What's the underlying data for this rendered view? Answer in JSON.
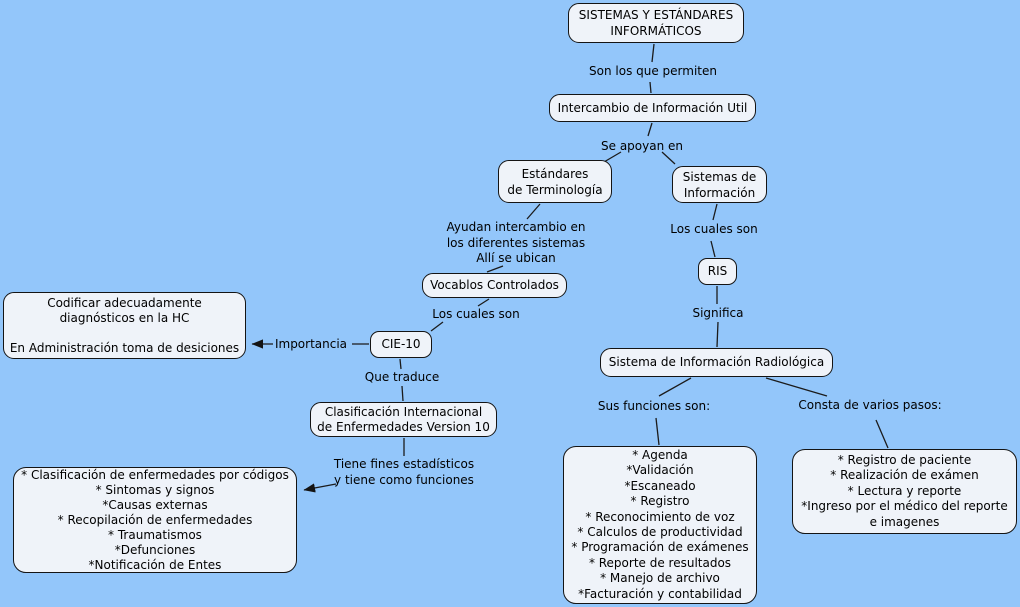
{
  "canvas": {
    "background_color": "#93C6FA",
    "node_fill_color": "#EFF3F9",
    "node_border_color": "#141414",
    "line_color": "#1B1B1B",
    "text_color": "#000000"
  },
  "nodes": {
    "title": {
      "text": "SISTEMAS Y ESTÁNDARES\nINFORMÁTICOS"
    },
    "intercambio": {
      "text": "Intercambio de Información Util"
    },
    "estandares": {
      "text": "Estándares\nde Terminología"
    },
    "sistemas": {
      "text": "Sistemas de\nInformación"
    },
    "ris": {
      "text": "RIS"
    },
    "sir": {
      "text": "Sistema de Información Radiológica"
    },
    "vocablos": {
      "text": "Vocablos Controlados"
    },
    "cie10": {
      "text": "CIE-10"
    },
    "codificar": {
      "text": "Codificar adecuadamente\ndiagnósticos en la HC\n\nEn Administración toma de desiciones"
    },
    "clasificacion": {
      "text": "Clasificación Internacional\nde Enfermedades Version 10"
    },
    "enfermedades": {
      "text": "* Clasificación de enfermedades por códigos\n* Sintomas y signos\n*Causas externas\n* Recopilación de enfermedades\n* Traumatismos\n*Defunciones\n*Notificación de Entes"
    },
    "funciones": {
      "text": "* Agenda\n*Validación\n*Escaneado\n* Registro\n* Reconocimiento de voz\n* Calculos de productividad\n* Programación de exámenes\n* Reporte de resultados\n* Manejo de archivo\n*Facturación y contabilidad"
    },
    "pasos": {
      "text": "* Registro de paciente\n* Realización de exámen\n* Lectura y reporte\n*Ingreso por el médico del reporte\ne imagenes"
    }
  },
  "labels": {
    "permiten": {
      "text": "Son los que permiten"
    },
    "apoyan": {
      "text": "Se apoyan en"
    },
    "ayudan": {
      "text": "Ayudan intercambio en\nlos diferentes sistemas\nAllí se ubican"
    },
    "cuales_izq": {
      "text": "Los cuales son"
    },
    "importancia": {
      "text": "Importancia"
    },
    "traduce": {
      "text": "Que traduce"
    },
    "fines": {
      "text": "Tiene fines estadísticos\ny tiene como funciones"
    },
    "cuales_der": {
      "text": "Los cuales son"
    },
    "significa": {
      "text": "Significa"
    },
    "funciones_son": {
      "text": "Sus funciones son:"
    },
    "consta": {
      "text": "Consta de varios pasos:"
    }
  }
}
